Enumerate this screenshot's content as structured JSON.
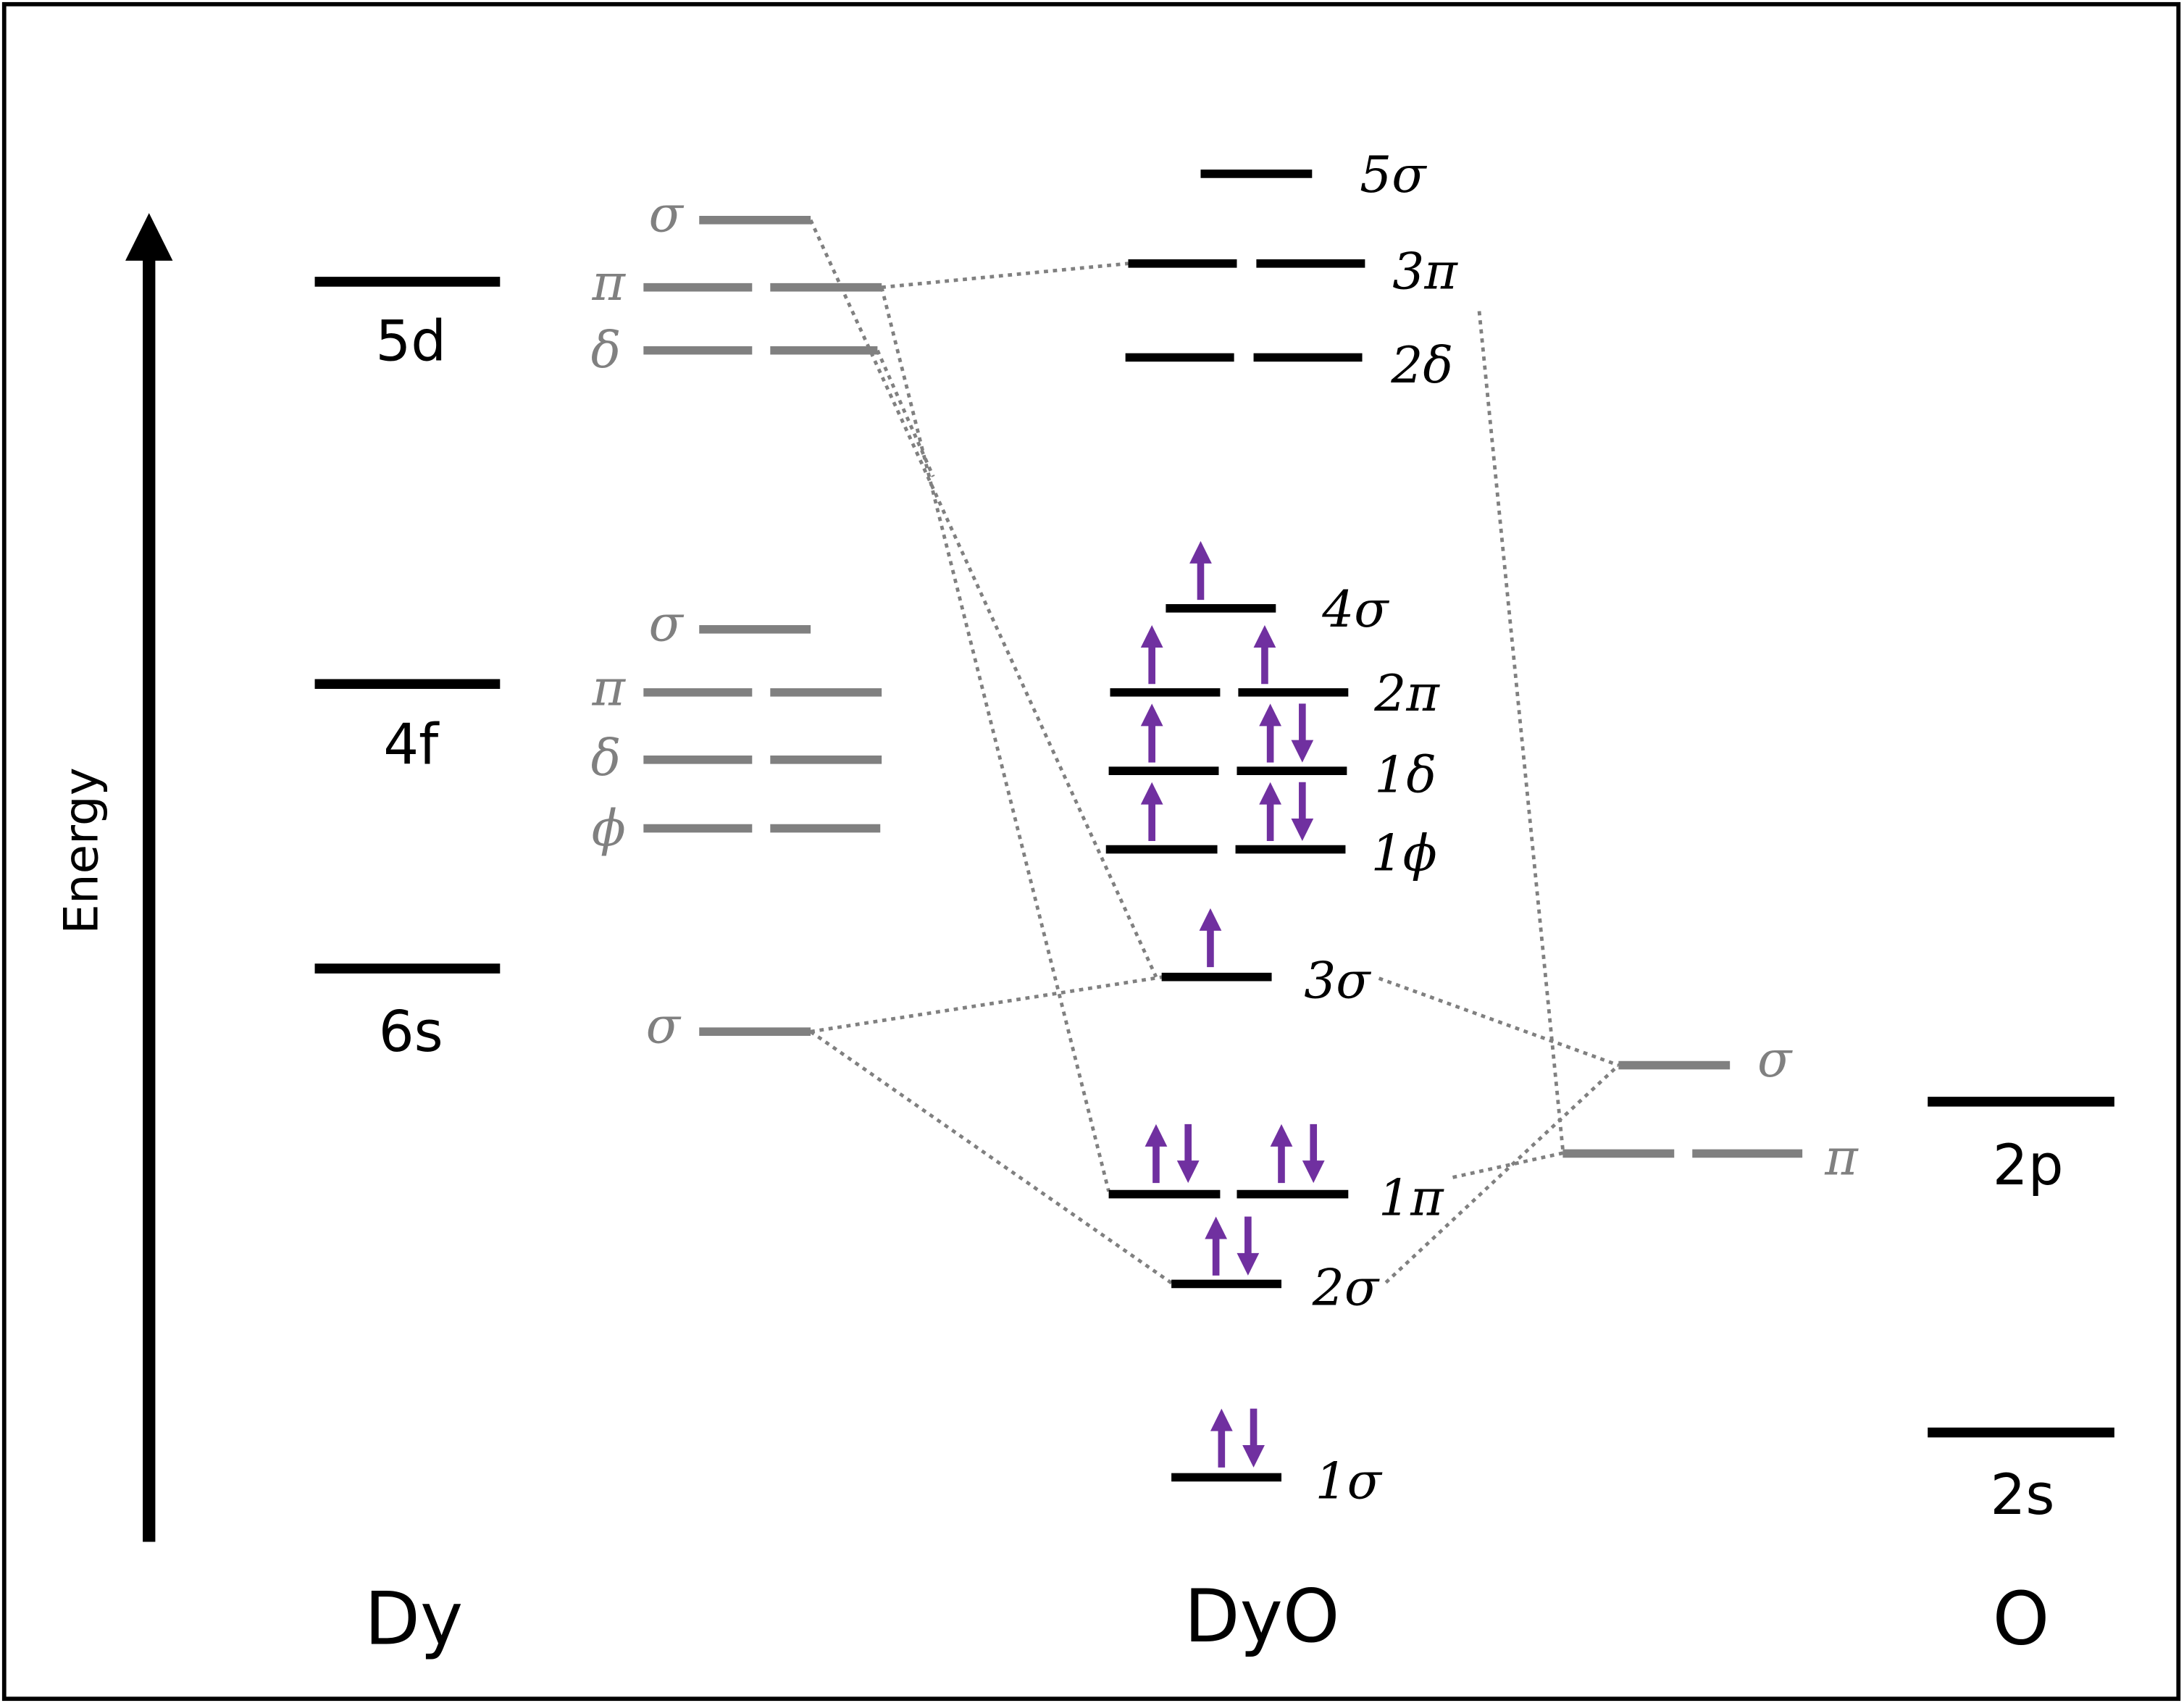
{
  "colors": {
    "frame": "#000000",
    "level_black": "#000000",
    "level_gray": "#808080",
    "connector": "#808080",
    "electron": "#7030A0"
  },
  "axis": {
    "label": "Energy"
  },
  "columns": {
    "dy": "Dy",
    "dyo": "DyO",
    "o": "O"
  },
  "dy_atomic": {
    "d5": "5d",
    "f4": "4f",
    "s6": "6s"
  },
  "dy_split": {
    "d_sigma": "σ",
    "d_pi": "π",
    "d_delta": "δ",
    "f_sigma": "σ",
    "f_pi": "π",
    "f_delta": "δ",
    "f_phi": "ϕ",
    "s_sigma": "σ"
  },
  "mo": {
    "s5": {
      "label": "5σ"
    },
    "p3": {
      "label": "3π"
    },
    "d2": {
      "label": "2δ"
    },
    "s4": {
      "label": "4σ",
      "electrons": "↑ (1)"
    },
    "p2": {
      "label": "2π",
      "electrons": "↑ / ↑ (2)"
    },
    "d1": {
      "label": "1δ",
      "electrons": "↑ / ↑↓ (3)"
    },
    "f1": {
      "label": "1ϕ",
      "electrons": "↑ / ↑↓ (3)"
    },
    "s3": {
      "label": "3σ",
      "electrons": "↑ (1)"
    },
    "p1": {
      "label": "1π",
      "electrons": "↑↓ / ↑↓ (4)"
    },
    "s2": {
      "label": "2σ",
      "electrons": "↑↓ (2)"
    },
    "s1": {
      "label": "1σ",
      "electrons": "↑↓ (2)"
    }
  },
  "o_split": {
    "sigma": "σ",
    "pi": "π"
  },
  "o_atomic": {
    "p2": "2p",
    "s2": "2s"
  }
}
